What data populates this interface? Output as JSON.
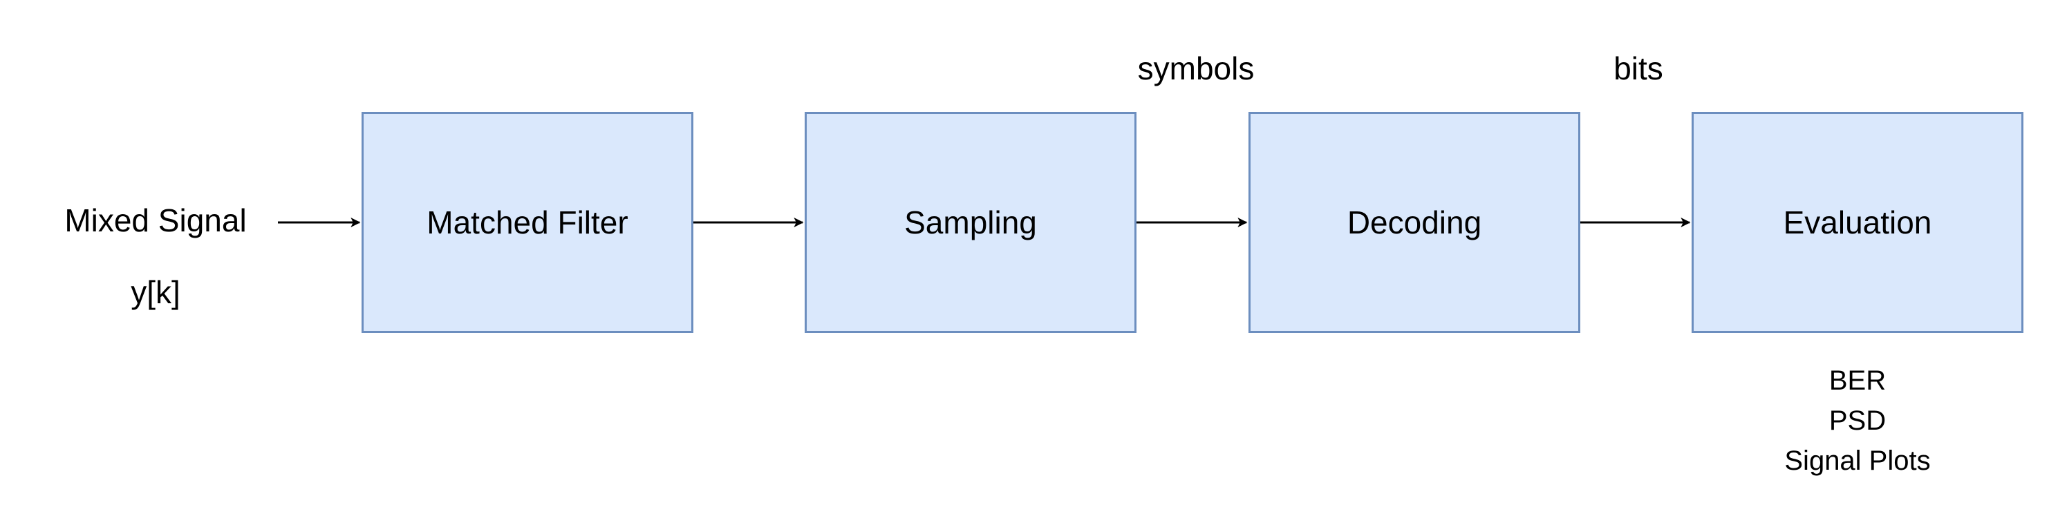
{
  "input": {
    "title": "Mixed Signal",
    "variable": "y[k]"
  },
  "blocks": [
    {
      "label": "Matched Filter"
    },
    {
      "label": "Sampling"
    },
    {
      "label": "Decoding"
    },
    {
      "label": "Evaluation"
    }
  ],
  "edge_labels": {
    "sampling_to_decoding": "symbols",
    "decoding_to_evaluation": "bits"
  },
  "outputs": [
    "BER",
    "PSD",
    "Signal Plots"
  ],
  "colors": {
    "block_fill": "#dae8fc",
    "block_border": "#6c8ebf",
    "arrow": "#000000",
    "text": "#000000"
  }
}
